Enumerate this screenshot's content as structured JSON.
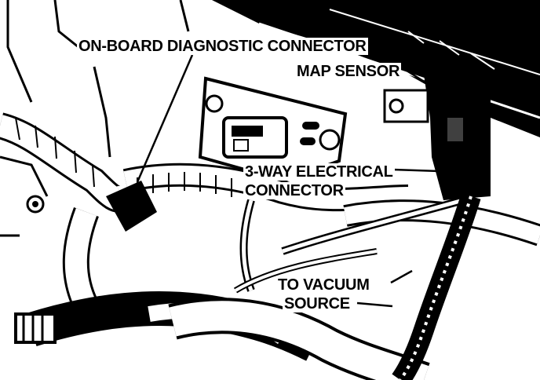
{
  "labels": {
    "obd": "ON-BOARD DIAGNOSTIC CONNECTOR",
    "map": "MAP SENSOR",
    "elec_line1": "3-WAY ELECTRICAL",
    "elec_line2": "CONNECTOR",
    "vac_line1": "TO VACUUM",
    "vac_line2": "SOURCE"
  },
  "colors": {
    "ink": "#000000",
    "paper": "#ffffff"
  }
}
